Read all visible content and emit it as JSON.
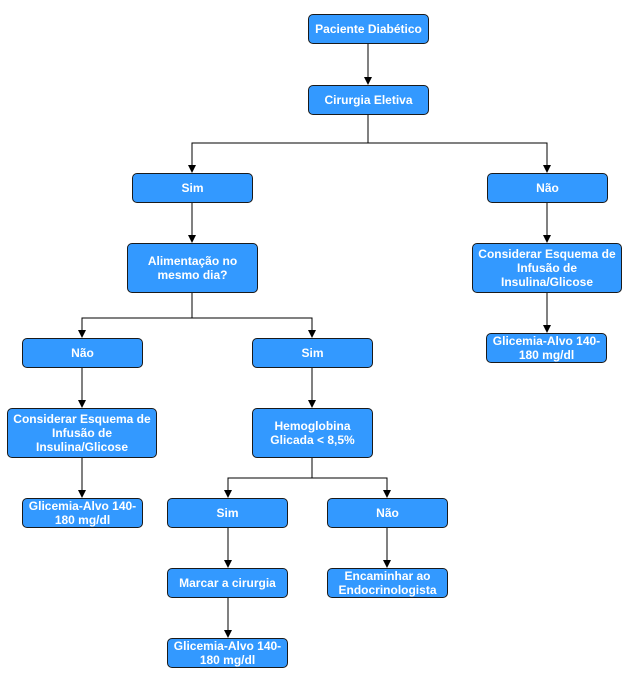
{
  "diagram": {
    "fill_color": "#3399ff",
    "border_color": "#1a1a1a",
    "edge_color": "#000000",
    "nodes": {
      "paciente": "Paciente Diabético",
      "cirurgia": "Cirurgia Eletiva",
      "sim_1": "Sim",
      "nao_1": "Não",
      "alimentacao": "Alimentação no mesmo dia?",
      "considerar_right": "Considerar Esquema de Infusão de Insulina/Glicose",
      "glicemia_right": "Glicemia-Alvo 140-180 mg/dl",
      "nao_2": "Não",
      "sim_2": "Sim",
      "considerar_left": "Considerar Esquema de Infusão de Insulina/Glicose",
      "hemoglobina": "Hemoglobina Glicada < 8,5%",
      "glicemia_left": "Glicemia-Alvo 140-180 mg/dl",
      "sim_3": "Sim",
      "nao_3": "Não",
      "marcar": "Marcar a cirurgia",
      "encaminhar": "Encaminhar ao Endocrinologista",
      "glicemia_bottom": "Glicemia-Alvo 140-180 mg/dl"
    }
  }
}
